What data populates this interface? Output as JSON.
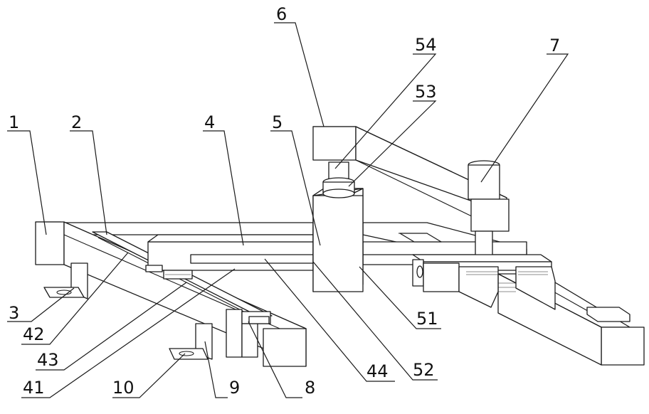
{
  "labels": {
    "l1": "1",
    "l2": "2",
    "l3": "3",
    "l4": "4",
    "l5": "5",
    "l6": "6",
    "l7": "7",
    "l8": "8",
    "l9": "9",
    "l10": "10",
    "l41": "41",
    "l42": "42",
    "l43": "43",
    "l44": "44",
    "l51": "51",
    "l52": "52",
    "l53": "53",
    "l54": "54"
  },
  "colors": {
    "line": "#1a1a1a",
    "background": "#ffffff"
  }
}
